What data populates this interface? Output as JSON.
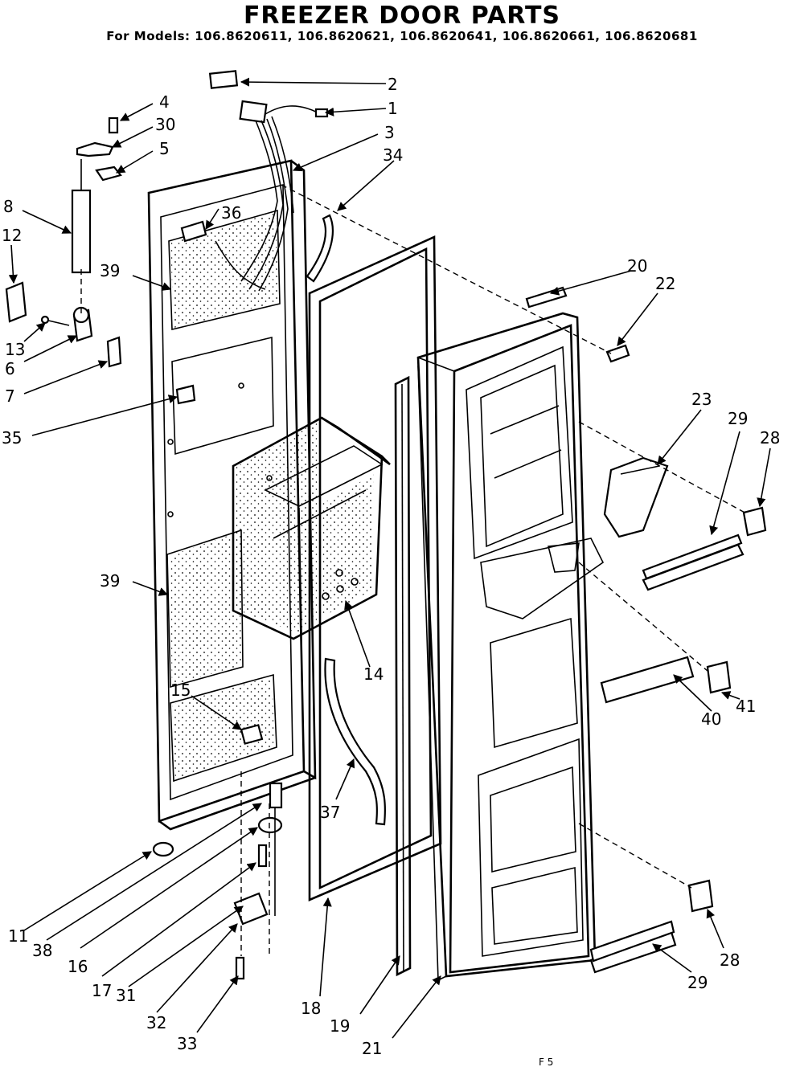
{
  "title": "FREEZER DOOR PARTS",
  "subtitle": "For Models: 106.8620611, 106.8620621, 106.8620641, 106.8620661, 106.8620681",
  "footer_mark": "F 5",
  "callouts": {
    "c1": "1",
    "c2": "2",
    "c3": "3",
    "c4": "4",
    "c5": "5",
    "c6": "6",
    "c7": "7",
    "c8": "8",
    "c11": "11",
    "c12": "12",
    "c13": "13",
    "c14": "14",
    "c15": "15",
    "c16": "16",
    "c17": "17",
    "c18": "18",
    "c19": "19",
    "c20": "20",
    "c21": "21",
    "c22": "22",
    "c23": "23",
    "c28a": "28",
    "c28b": "28",
    "c29a": "29",
    "c29b": "29",
    "c30": "30",
    "c31": "31",
    "c32": "32",
    "c33": "33",
    "c34": "34",
    "c35": "35",
    "c36": "36",
    "c37": "37",
    "c38": "38",
    "c39a": "39",
    "c39b": "39",
    "c40": "40",
    "c41": "41"
  }
}
